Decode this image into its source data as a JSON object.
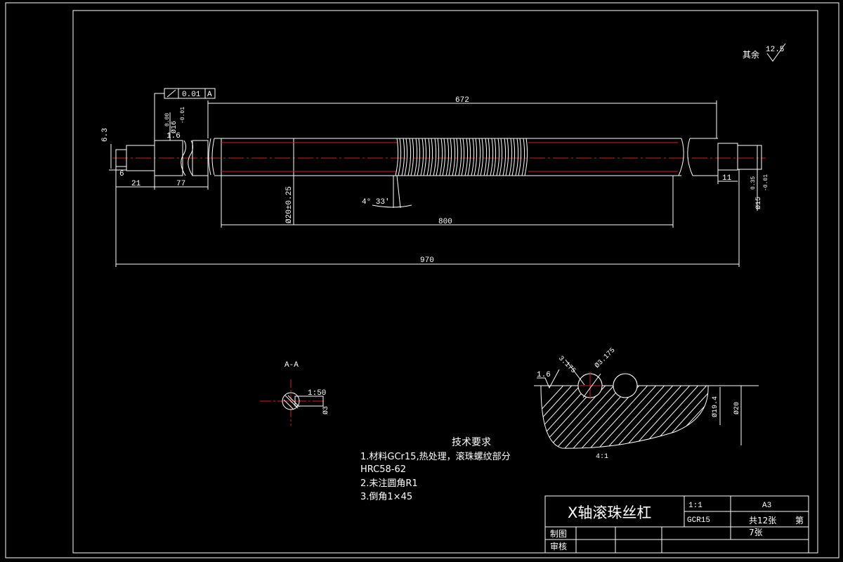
{
  "surface_finish": {
    "label": "其余",
    "value": "12.5"
  },
  "geometric_tolerance": {
    "value": "0.01",
    "datum": "A"
  },
  "dimensions": {
    "d672": "672",
    "d800": "800",
    "d970": "970",
    "d21": "21",
    "d77": "77",
    "d6": "6",
    "d11": "11",
    "d6_3": "6.3",
    "phi16": "Ø16",
    "phi16_tol_upper": "0.00",
    "phi16_tol_lower": "-0.01",
    "phi20": "Ø20±0.25",
    "phi15": "Ø15",
    "phi15_tol_upper": "0.35",
    "phi15_tol_lower": "-0.01",
    "roughness_1_6": "1.6",
    "angle": "4° 33′"
  },
  "section_aa": {
    "label": "A-A",
    "ratio": "1:50",
    "dim": "Ø3"
  },
  "detail": {
    "r1": "3.175",
    "r2": "Ø3.175",
    "roughness": "1.6",
    "phi19_4": "Ø19.4",
    "phi20": "Ø20",
    "scale": "4:1"
  },
  "tech": {
    "title": "技术要求",
    "line1": "1.材料GCr15,热处理，滚珠螺纹部分",
    "line2": "HRC58-62",
    "line3": "2.未注圆角R1",
    "line4": "3.倒角1×45"
  },
  "title_block": {
    "name": "X轴滚珠丝杠",
    "scale": "1:1",
    "material": "GCR15",
    "paper": "A3",
    "sheets": "共12张",
    "sheet_prefix": "第",
    "sheet_no": "7张",
    "drawn": "制图",
    "checked": "审核"
  }
}
